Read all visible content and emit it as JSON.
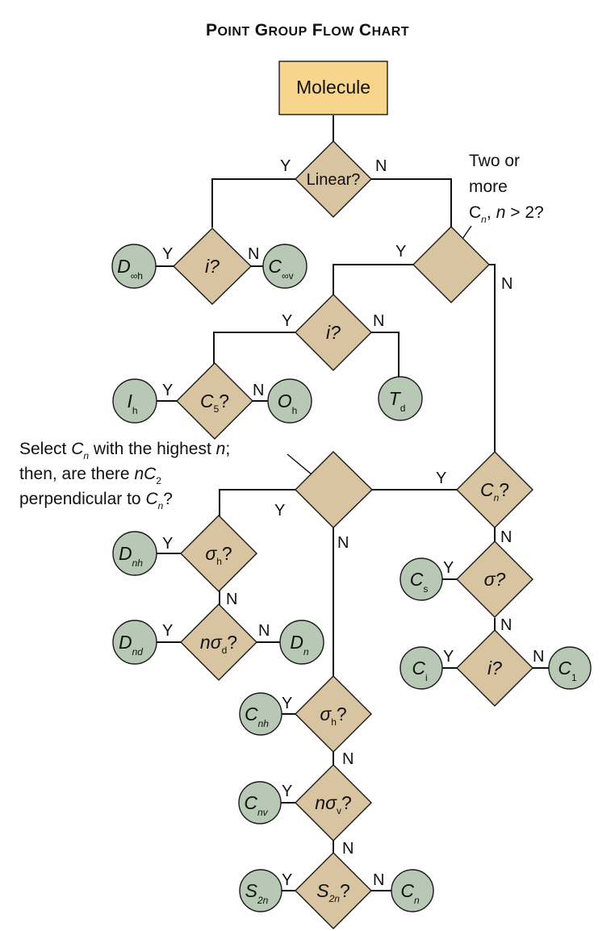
{
  "title": {
    "big_p": "P",
    "small_oint": "OINT",
    "big_g": "G",
    "small_roup": "ROUP",
    "big_f": "F",
    "small_low": "LOW",
    "big_c": "C",
    "small_hart": "HART"
  },
  "start": {
    "label": "Molecule"
  },
  "questions": {
    "linear": "Linear?",
    "i_linear": "i?",
    "two_cn": {
      "l1": "Two or",
      "l2": "more",
      "l3_c": "C",
      "l3_n": "n",
      "l3_rest_a": ",",
      "l3_rest_n": "n",
      "l3_rest_b": " > 2?"
    },
    "i_high": "i?",
    "c5": {
      "c": "C",
      "sub": "5",
      "q": "?"
    },
    "cn": {
      "c": "C",
      "sub": "n",
      "q": "?"
    },
    "perp": {
      "l1a": "Select ",
      "l1c": "C",
      "l1n": "n",
      "l1b": " with the highest ",
      "l1n2": "n",
      "l1e": ";",
      "l2a": "then, are there ",
      "l2n": "n",
      "l2c": "C",
      "l2s": "2",
      "l3a": "perpendicular to ",
      "l3c": "C",
      "l3n": "n",
      "l3q": "?"
    },
    "sigma_h_d": {
      "s": "σ",
      "sub": "h",
      "q": "?"
    },
    "n_sigma_d": {
      "n": "n",
      "s": "σ",
      "sub": "d",
      "q": "?"
    },
    "sigma": "σ?",
    "i_low": "i?",
    "sigma_h_c": {
      "s": "σ",
      "sub": "h",
      "q": "?"
    },
    "n_sigma_v": {
      "n": "n",
      "s": "σ",
      "sub": "v",
      "q": "?"
    },
    "s2n": {
      "s": "S",
      "sub": "2n",
      "q": "?"
    }
  },
  "groups": {
    "d_inf_h": {
      "main": "D",
      "sub": "∞h"
    },
    "c_inf_v": {
      "main": "C",
      "sub": "∞v"
    },
    "i_h": {
      "main": "I",
      "sub": "h"
    },
    "o_h": {
      "main": "O",
      "sub": "h"
    },
    "t_d": {
      "main": "T",
      "sub": "d"
    },
    "d_nh": {
      "main": "D",
      "sub": "nh"
    },
    "d_nd": {
      "main": "D",
      "sub": "nd"
    },
    "d_n": {
      "main": "D",
      "sub": "n"
    },
    "c_s": {
      "main": "C",
      "sub": "s"
    },
    "c_i": {
      "main": "C",
      "sub": "i"
    },
    "c_1": {
      "main": "C",
      "sub": "1"
    },
    "c_nh": {
      "main": "C",
      "sub": "nh"
    },
    "c_nv": {
      "main": "C",
      "sub": "nv"
    },
    "s_2n": {
      "main": "S",
      "sub": "2n"
    },
    "c_n": {
      "main": "C",
      "sub": "n"
    }
  },
  "answers": {
    "yes": "Y",
    "no": "N"
  },
  "colors": {
    "start": "#f7d58c",
    "decision": "#d9c4a2",
    "point_group": "#b7c9b4"
  }
}
